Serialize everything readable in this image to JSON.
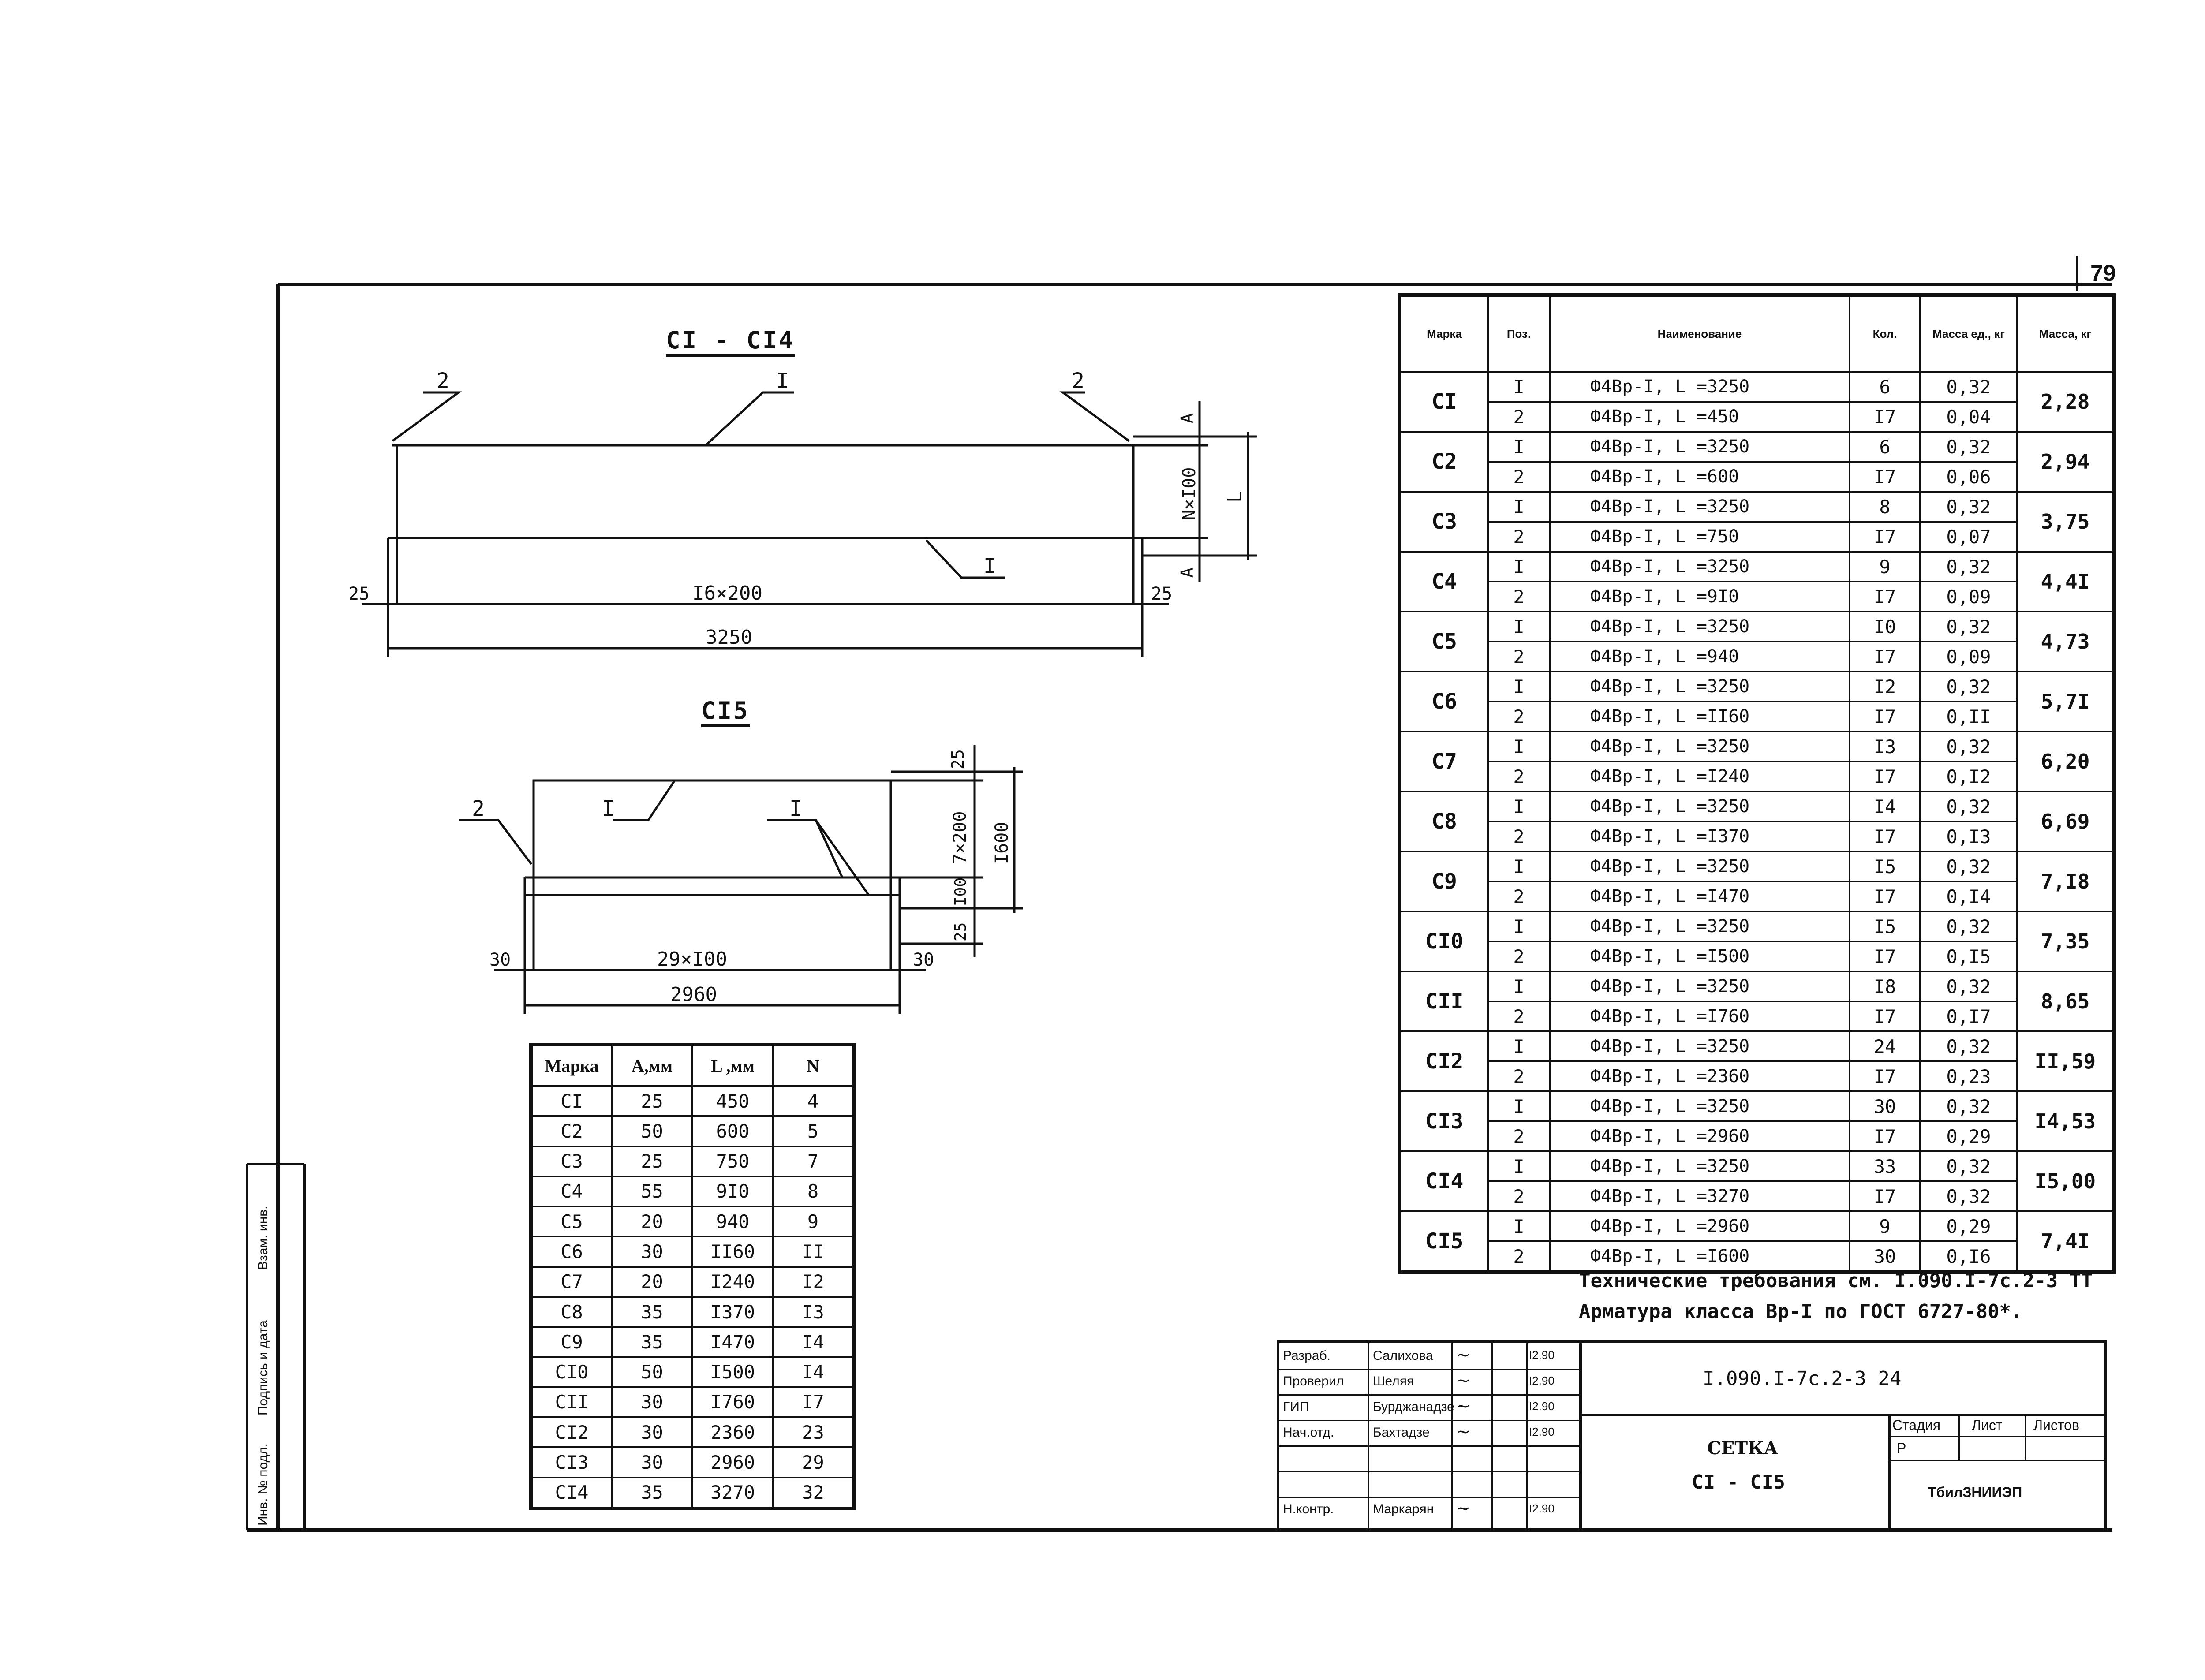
{
  "sheet_number": "79",
  "drawing1": {
    "title": "CI - CI4",
    "labels": {
      "pos_left": "2",
      "pos_mid": "I",
      "pos_right": "2",
      "pos_lower": "I",
      "dim_A_top": "A",
      "dim_N100": "N×I00",
      "dim_A_bot": "A",
      "dim_L": "L",
      "dim_left": "25",
      "dim_right": "25",
      "dim_pitch": "I6×200",
      "dim_total": "3250"
    }
  },
  "drawing2": {
    "title": "CI5",
    "labels": {
      "pos_left": "2",
      "pos_a": "I",
      "pos_b": "I",
      "dim_25_top": "25",
      "dim_7x200": "7×200",
      "dim_1600": "I600",
      "dim_100": "I00",
      "dim_25_bot": "25",
      "dim_left": "30",
      "dim_right": "30",
      "dim_pitch": "29×I00",
      "dim_total": "2960"
    }
  },
  "marka_table": {
    "headers": [
      "Марка",
      "A,мм",
      "L ,мм",
      "N"
    ],
    "rows": [
      [
        "CI",
        "25",
        "450",
        "4"
      ],
      [
        "C2",
        "50",
        "600",
        "5"
      ],
      [
        "C3",
        "25",
        "750",
        "7"
      ],
      [
        "C4",
        "55",
        "9I0",
        "8"
      ],
      [
        "C5",
        "20",
        "940",
        "9"
      ],
      [
        "C6",
        "30",
        "II60",
        "II"
      ],
      [
        "C7",
        "20",
        "I240",
        "I2"
      ],
      [
        "C8",
        "35",
        "I370",
        "I3"
      ],
      [
        "C9",
        "35",
        "I470",
        "I4"
      ],
      [
        "CI0",
        "50",
        "I500",
        "I4"
      ],
      [
        "CII",
        "30",
        "I760",
        "I7"
      ],
      [
        "CI2",
        "30",
        "2360",
        "23"
      ],
      [
        "CI3",
        "30",
        "2960",
        "29"
      ],
      [
        "CI4",
        "35",
        "3270",
        "32"
      ]
    ]
  },
  "spec_table": {
    "headers": [
      "Марка",
      "Поз.",
      "Наименование",
      "Кол.",
      "Масса ед., кг",
      "Масса, кг"
    ],
    "groups": [
      {
        "mark": "CI",
        "total": "2,28",
        "rows": [
          [
            "I",
            "Ф4Вр-I, L =3250",
            "6",
            "0,32"
          ],
          [
            "2",
            "Ф4Вр-I, L =450",
            "I7",
            "0,04"
          ]
        ]
      },
      {
        "mark": "C2",
        "total": "2,94",
        "rows": [
          [
            "I",
            "Ф4Вр-I, L =3250",
            "6",
            "0,32"
          ],
          [
            "2",
            "Ф4Вр-I, L =600",
            "I7",
            "0,06"
          ]
        ]
      },
      {
        "mark": "C3",
        "total": "3,75",
        "rows": [
          [
            "I",
            "Ф4Вр-I, L =3250",
            "8",
            "0,32"
          ],
          [
            "2",
            "Ф4Вр-I, L =750",
            "I7",
            "0,07"
          ]
        ]
      },
      {
        "mark": "C4",
        "total": "4,4I",
        "rows": [
          [
            "I",
            "Ф4Вр-I, L =3250",
            "9",
            "0,32"
          ],
          [
            "2",
            "Ф4Вр-I, L =9I0",
            "I7",
            "0,09"
          ]
        ]
      },
      {
        "mark": "C5",
        "total": "4,73",
        "rows": [
          [
            "I",
            "Ф4Вр-I, L =3250",
            "I0",
            "0,32"
          ],
          [
            "2",
            "Ф4Вр-I, L =940",
            "I7",
            "0,09"
          ]
        ]
      },
      {
        "mark": "C6",
        "total": "5,7I",
        "rows": [
          [
            "I",
            "Ф4Вр-I, L =3250",
            "I2",
            "0,32"
          ],
          [
            "2",
            "Ф4Вр-I, L =II60",
            "I7",
            "0,II"
          ]
        ]
      },
      {
        "mark": "C7",
        "total": "6,20",
        "rows": [
          [
            "I",
            "Ф4Вр-I, L =3250",
            "I3",
            "0,32"
          ],
          [
            "2",
            "Ф4Вр-I, L =I240",
            "I7",
            "0,I2"
          ]
        ]
      },
      {
        "mark": "C8",
        "total": "6,69",
        "rows": [
          [
            "I",
            "Ф4Вр-I, L =3250",
            "I4",
            "0,32"
          ],
          [
            "2",
            "Ф4Вр-I, L =I370",
            "I7",
            "0,I3"
          ]
        ]
      },
      {
        "mark": "C9",
        "total": "7,I8",
        "rows": [
          [
            "I",
            "Ф4Вр-I, L =3250",
            "I5",
            "0,32"
          ],
          [
            "2",
            "Ф4Вр-I, L =I470",
            "I7",
            "0,I4"
          ]
        ]
      },
      {
        "mark": "CI0",
        "total": "7,35",
        "rows": [
          [
            "I",
            "Ф4Вр-I, L =3250",
            "I5",
            "0,32"
          ],
          [
            "2",
            "Ф4Вр-I, L =I500",
            "I7",
            "0,I5"
          ]
        ]
      },
      {
        "mark": "CII",
        "total": "8,65",
        "rows": [
          [
            "I",
            "Ф4Вр-I, L =3250",
            "I8",
            "0,32"
          ],
          [
            "2",
            "Ф4Вр-I, L =I760",
            "I7",
            "0,I7"
          ]
        ]
      },
      {
        "mark": "CI2",
        "total": "II,59",
        "rows": [
          [
            "I",
            "Ф4Вр-I, L =3250",
            "24",
            "0,32"
          ],
          [
            "2",
            "Ф4Вр-I, L =2360",
            "I7",
            "0,23"
          ]
        ]
      },
      {
        "mark": "CI3",
        "total": "I4,53",
        "rows": [
          [
            "I",
            "Ф4Вр-I, L =3250",
            "30",
            "0,32"
          ],
          [
            "2",
            "Ф4Вр-I, L =2960",
            "I7",
            "0,29"
          ]
        ]
      },
      {
        "mark": "CI4",
        "total": "I5,00",
        "rows": [
          [
            "I",
            "Ф4Вр-I, L =3250",
            "33",
            "0,32"
          ],
          [
            "2",
            "Ф4Вр-I, L =3270",
            "I7",
            "0,32"
          ]
        ]
      },
      {
        "mark": "CI5",
        "total": "7,4I",
        "rows": [
          [
            "I",
            "Ф4Вр-I, L =2960",
            "9",
            "0,29"
          ],
          [
            "2",
            "Ф4Вр-I, L =I600",
            "30",
            "0,I6"
          ]
        ]
      }
    ]
  },
  "notes": {
    "line1": "Технические требования см. I.090.I-7с.2-3 ТТ",
    "line2": "Арматура класса Вр-I по ГОСТ 6727-80*."
  },
  "title_block": {
    "roles": [
      "Разраб.",
      "Проверил",
      "ГИП",
      "Нач.отд.",
      "",
      "",
      "Н.контр."
    ],
    "names": [
      "Салихова",
      "Шеляя",
      "Бурджанадзе",
      "Бахтадзе",
      "",
      "",
      "Маркарян"
    ],
    "dates": [
      "I2.90",
      "I2.90",
      "I2.90",
      "I2.90",
      "",
      "",
      "I2.90"
    ],
    "doc_code": "I.090.I-7с.2-3 24",
    "title_line1": "СЕТКА",
    "title_line2": "CI - CI5",
    "stage_header": "Стадия",
    "sheet_header": "Лист",
    "sheets_header": "Листов",
    "stage_value": "Р",
    "org": "ТбилЗНИИЭП"
  },
  "side_strip": [
    "Инв. № подл.",
    "Подпись и дата",
    "Взам. инв."
  ]
}
